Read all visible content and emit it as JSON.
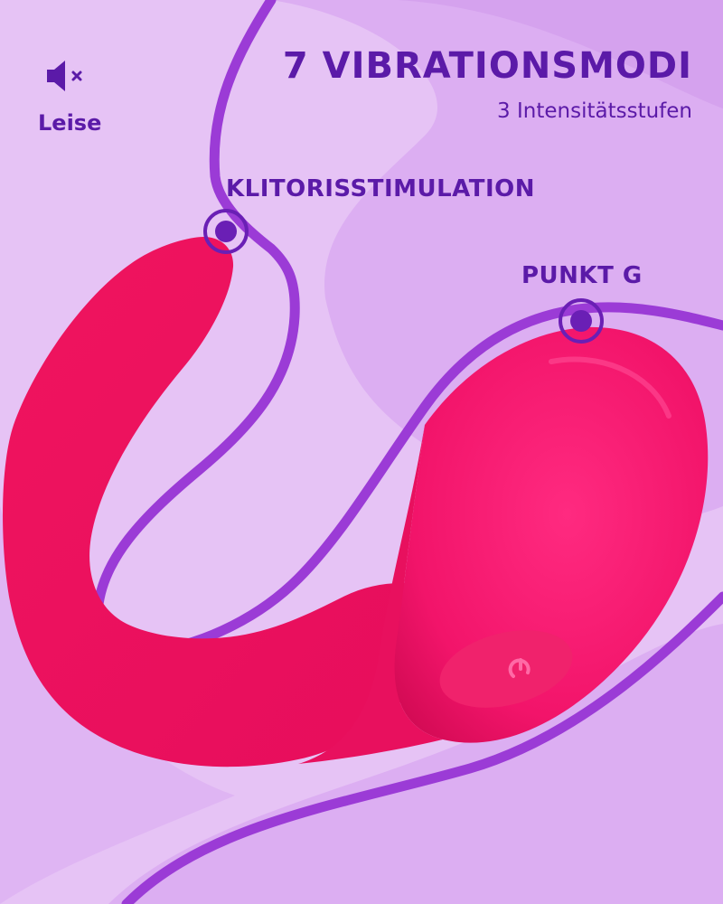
{
  "header": {
    "title": "7 VIBRATIONSMODI",
    "subtitle": "3 Intensitätsstufen"
  },
  "sound": {
    "icon": "speaker-muted-icon",
    "label": "Leise"
  },
  "markers": {
    "clitoral": "KLITORISSTIMULATION",
    "gspot": "PUNKT G"
  },
  "colors": {
    "background": "#e6c3f5",
    "outline": "#9b3bd6",
    "text": "#5b1aa8",
    "product": "#ff1a73"
  }
}
